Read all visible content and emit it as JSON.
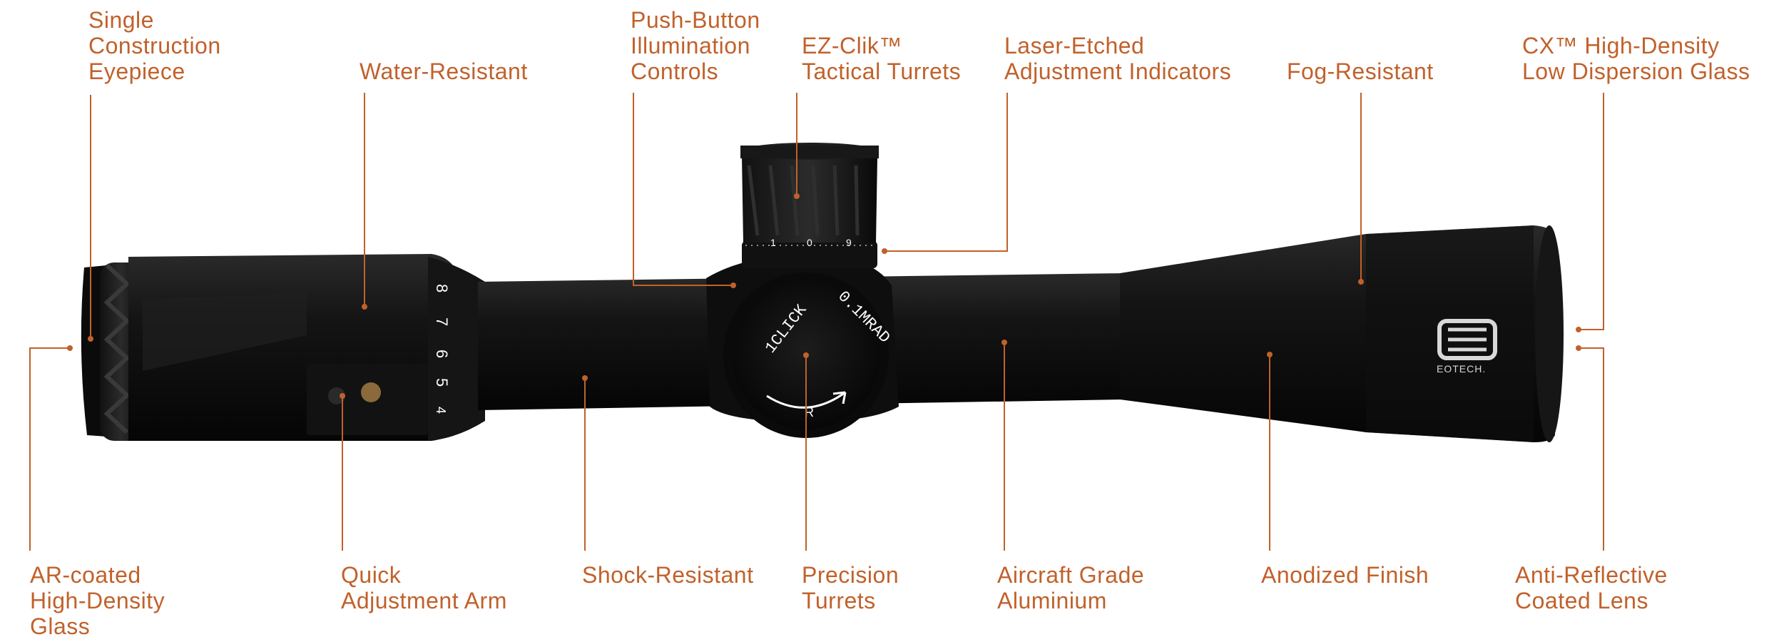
{
  "colors": {
    "accent": "#c1612b",
    "scope_body": "#0d0d0d",
    "background": "#ffffff"
  },
  "product": {
    "brand_logo": "EOTECH.",
    "turret_top_marks": [
      "1",
      "0",
      "9"
    ],
    "turret_side_text_left": "1CLICK",
    "turret_side_text_right": "0.1MRAD",
    "turret_side_letter": "R",
    "magnification_marks": [
      "8",
      "7",
      "6",
      "5",
      "4"
    ]
  },
  "callouts": {
    "single_construction_eyepiece": [
      "Single",
      "Construction",
      "Eyepiece"
    ],
    "water_resistant": [
      "Water-Resistant"
    ],
    "push_button_illumination": [
      "Push-Button",
      "Illumination",
      "Controls"
    ],
    "ez_clik_turrets": [
      "EZ-Clik™",
      "Tactical Turrets"
    ],
    "laser_etched_indicators": [
      "Laser-Etched",
      "Adjustment Indicators"
    ],
    "fog_resistant": [
      "Fog-Resistant"
    ],
    "cx_glass": [
      "CX™ High-Density",
      "Low Dispersion Glass"
    ],
    "ar_coated_glass": [
      "AR-coated",
      "High-Density",
      "Glass"
    ],
    "quick_adjustment_arm": [
      "Quick",
      "Adjustment Arm"
    ],
    "shock_resistant": [
      "Shock-Resistant"
    ],
    "precision_turrets": [
      "Precision",
      "Turrets"
    ],
    "aircraft_aluminium": [
      "Aircraft Grade",
      "Aluminium"
    ],
    "anodized_finish": [
      "Anodized Finish"
    ],
    "anti_reflective_lens": [
      "Anti-Reflective",
      "Coated Lens"
    ]
  }
}
